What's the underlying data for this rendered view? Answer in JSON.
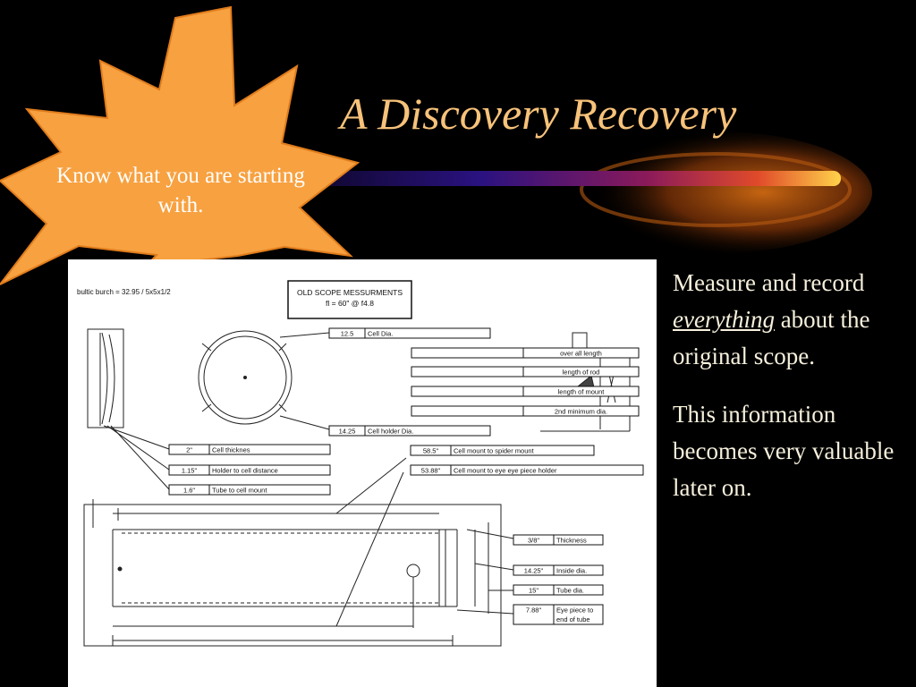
{
  "slide": {
    "title": "A Discovery Recovery",
    "starburst_text": "Know what you are starting with.",
    "body": {
      "p1_start": "Measure and record",
      "p1_em": "everything",
      "p1_end": "about the original scope.",
      "p2": "This information becomes very valuable later on."
    }
  },
  "drawing": {
    "note": "bultic burch = 32.95 / 5x5x1/2",
    "box_title_line1": "OLD SCOPE MESSURMENTS",
    "box_title_line2": "fl = 60\" @ f4.8",
    "labels": [
      {
        "value": "12.5",
        "name": "Cell Dia."
      },
      {
        "value": "",
        "name": "over all length"
      },
      {
        "value": "",
        "name": "length of rod"
      },
      {
        "value": "",
        "name": "length of mount"
      },
      {
        "value": "",
        "name": "2nd minimum dia."
      },
      {
        "value": "14.25",
        "name": "Cell holder Dia."
      },
      {
        "value": "2\"",
        "name": "Cell thicknes"
      },
      {
        "value": "58.5\"",
        "name": "Cell mount to spider mount"
      },
      {
        "value": "1.15\"",
        "name": "Holder to cell distance"
      },
      {
        "value": "53.88\"",
        "name": "Cell mount to eye eye piece holder"
      },
      {
        "value": "1.6\"",
        "name": "Tube to cell mount"
      },
      {
        "value": "3/8\"",
        "name": "Thickness"
      },
      {
        "value": "14.25\"",
        "name": "Inside dia."
      },
      {
        "value": "15\"",
        "name": "Tube dia."
      },
      {
        "value": "7.88\"",
        "name": "Eye piece to",
        "name2": "end of tube"
      }
    ]
  },
  "colors": {
    "background": "#000000",
    "title": "#f7c27a",
    "starburst": "#f7a140",
    "body_text": "#f6f0dc"
  }
}
